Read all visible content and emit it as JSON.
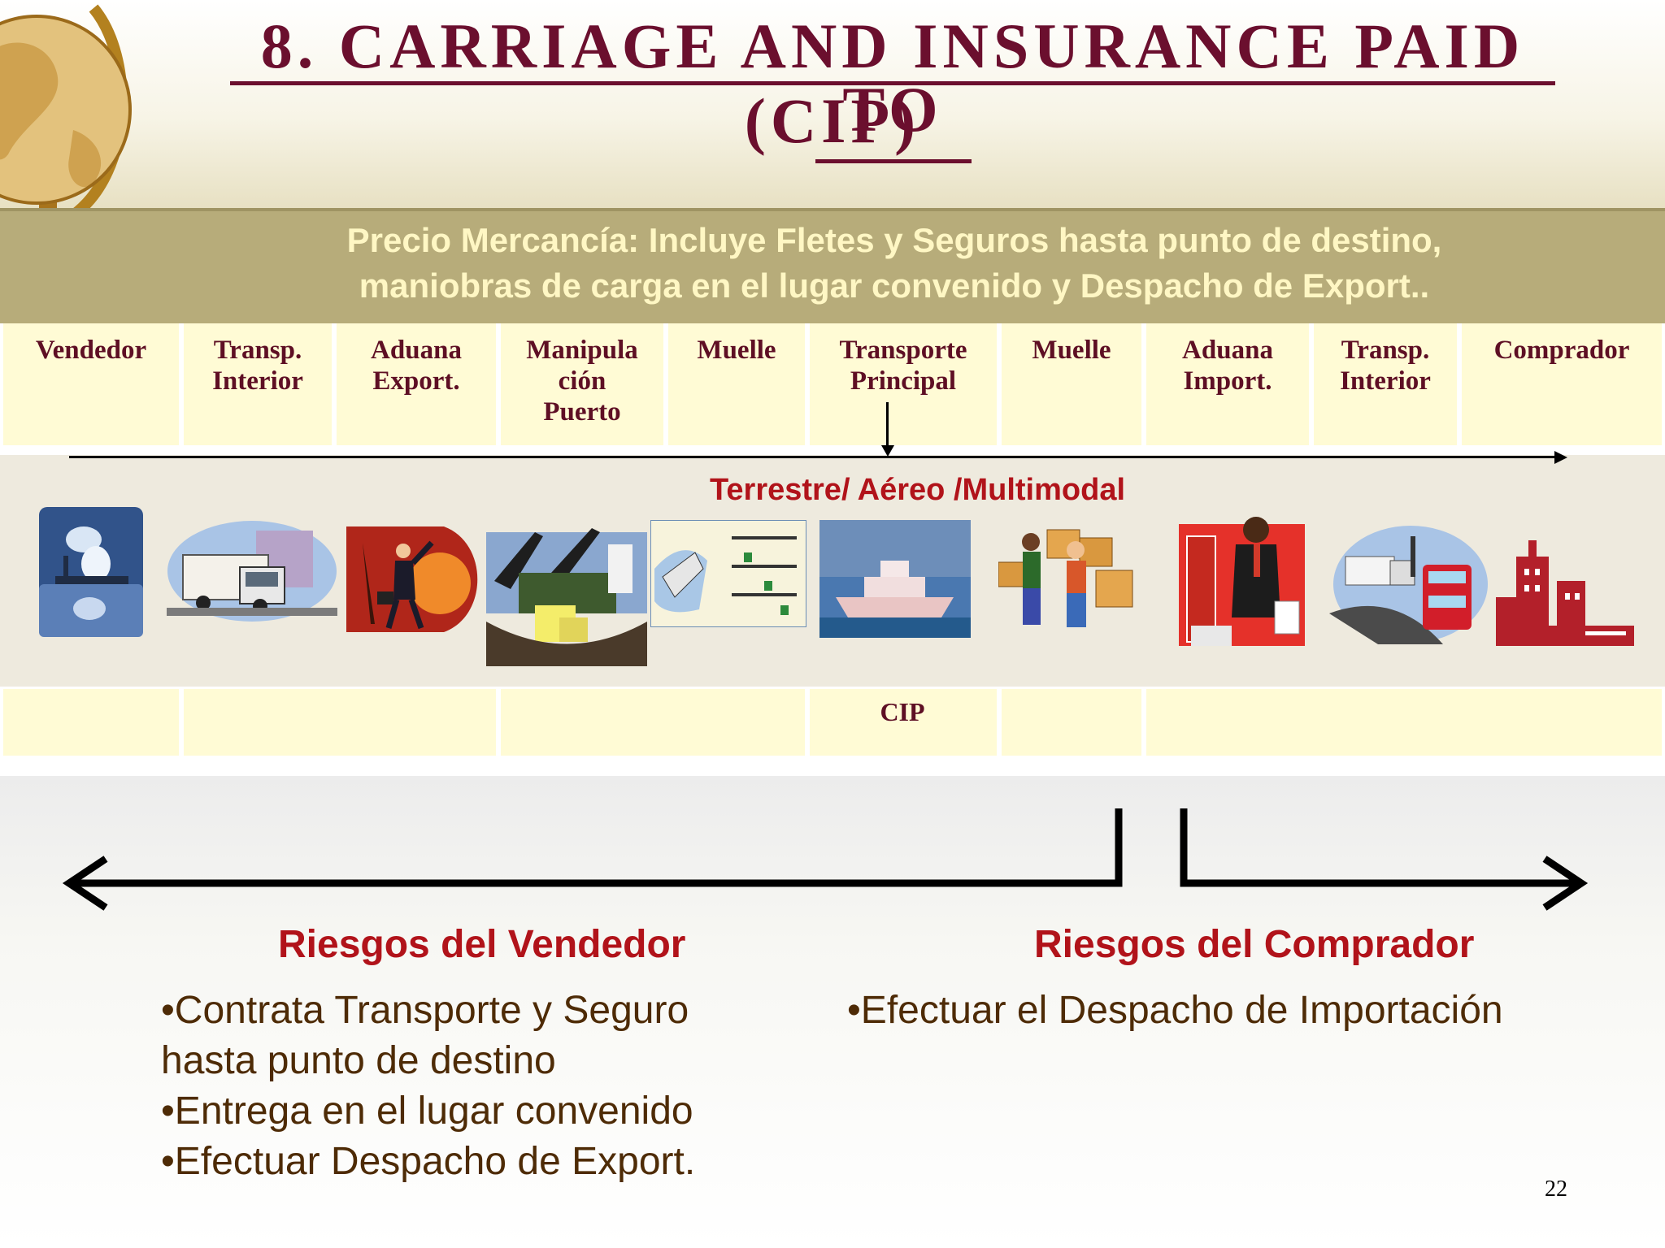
{
  "title": {
    "line1": "8. CARRIAGE AND INSURANCE PAID TO",
    "line2": "(CIP)"
  },
  "price": {
    "line1": "Precio Mercancía: Incluye Fletes y Seguros hasta punto de destino,",
    "line2": "maniobras de carga en el lugar convenido y Despacho de Export.."
  },
  "stages": [
    {
      "line1": "Vendedor",
      "line2": "",
      "line3": ""
    },
    {
      "line1": "Transp.",
      "line2": "Interior",
      "line3": ""
    },
    {
      "line1": "Aduana",
      "line2": "Export.",
      "line3": ""
    },
    {
      "line1": "Manipula",
      "line2": "ción",
      "line3": "Puerto"
    },
    {
      "line1": "Muelle",
      "line2": "",
      "line3": ""
    },
    {
      "line1": "Transporte",
      "line2": "Principal",
      "line3": ""
    },
    {
      "line1": "Muelle",
      "line2": "",
      "line3": ""
    },
    {
      "line1": "Aduana",
      "line2": "Import.",
      "line3": ""
    },
    {
      "line1": "Transp.",
      "line2": "Interior",
      "line3": ""
    },
    {
      "line1": "Comprador",
      "line2": "",
      "line3": ""
    }
  ],
  "mode_label": "Terrestre/ Aéreo /Multimodal",
  "cip_label": "CIP",
  "seller_risks": {
    "title": "Riesgos del Vendedor",
    "items": [
      "•Contrata Transporte  y Seguro",
      "hasta punto de destino",
      "•Entrega en el lugar convenido",
      "•Efectuar Despacho de Export."
    ]
  },
  "buyer_risks": {
    "title": "Riesgos del Comprador",
    "items": [
      "•Efectuar el Despacho de Importación"
    ]
  },
  "page_number": "22",
  "icons": [
    "globe-icon",
    "factory-icon",
    "truck-icon",
    "businessman-icon",
    "port-crane-icon",
    "harbor-map-icon",
    "ship-icon",
    "workers-boxes-icon",
    "customs-officer-icon",
    "city-traffic-icon",
    "buildings-icon"
  ],
  "colors": {
    "title": "#6b0f2e",
    "risk_title": "#b1131a",
    "price_text": "#fff7c4",
    "band": "#b7ac7a"
  }
}
